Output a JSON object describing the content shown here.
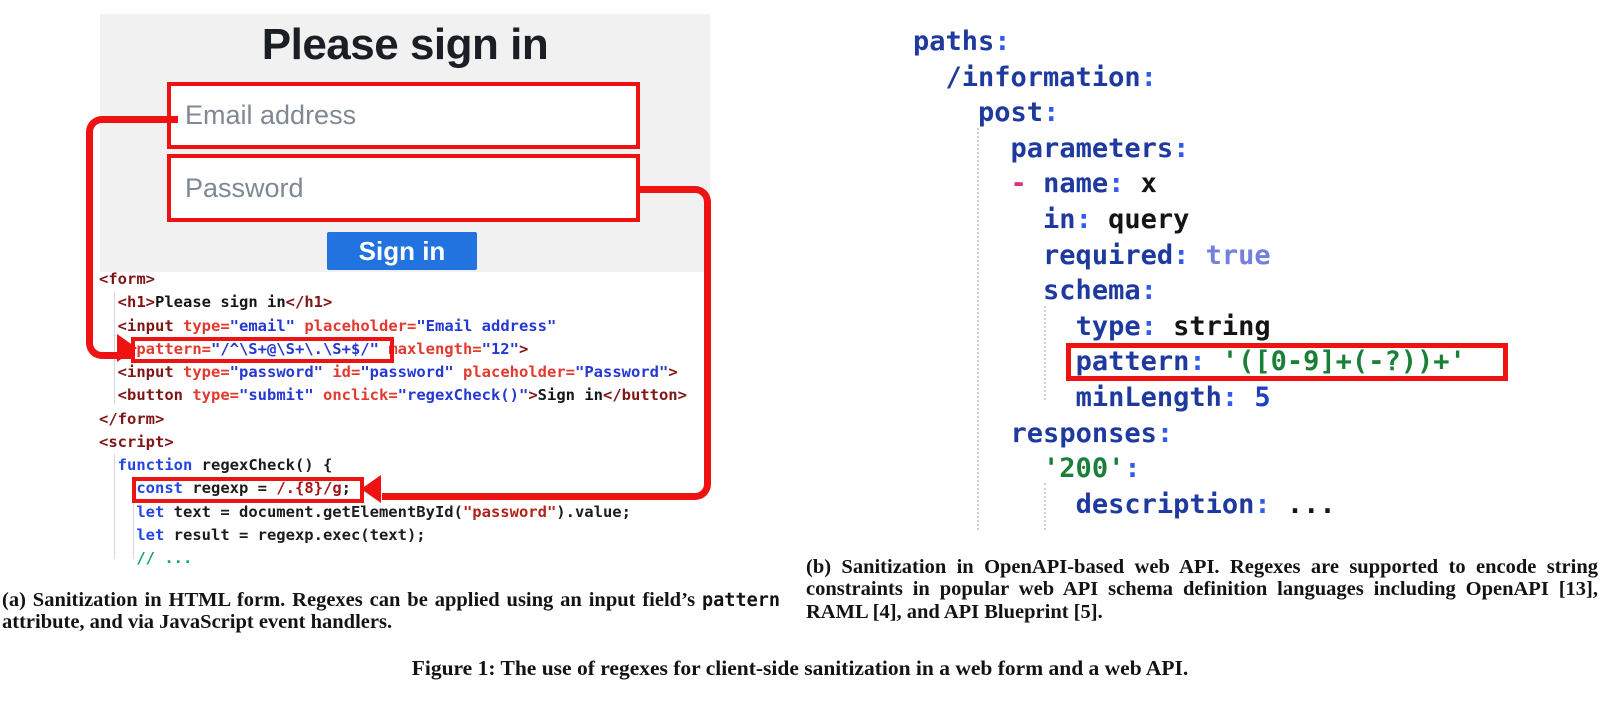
{
  "signin_form": {
    "heading": "Please sign in",
    "email_placeholder": "Email address",
    "password_placeholder": "Password",
    "submit_label": "Sign in"
  },
  "html_code": {
    "lines": [
      [
        {
          "t": "<form>",
          "c": "tag"
        }
      ],
      [
        {
          "t": "  ",
          "c": "pl"
        },
        {
          "t": "<h1>",
          "c": "tag"
        },
        {
          "t": "Please sign in",
          "c": "txt"
        },
        {
          "t": "</h1>",
          "c": "tag"
        }
      ],
      [
        {
          "t": "  ",
          "c": "pl"
        },
        {
          "t": "<input ",
          "c": "tag"
        },
        {
          "t": "type=",
          "c": "attr"
        },
        {
          "t": "\"email\"",
          "c": "val"
        },
        {
          "t": " ",
          "c": "pl"
        },
        {
          "t": "placeholder=",
          "c": "attr"
        },
        {
          "t": "\"Email address\"",
          "c": "val"
        }
      ],
      [
        {
          "t": "    ",
          "c": "pl"
        },
        {
          "t": "pattern=",
          "c": "attr"
        },
        {
          "t": "\"/^\\S+@\\S+\\.\\S+$/\"",
          "c": "val"
        },
        {
          "t": " ",
          "c": "pl"
        },
        {
          "t": "maxlength=",
          "c": "attr"
        },
        {
          "t": "\"12\"",
          "c": "val"
        },
        {
          "t": ">",
          "c": "tag"
        }
      ],
      [
        {
          "t": "  ",
          "c": "pl"
        },
        {
          "t": "<input ",
          "c": "tag"
        },
        {
          "t": "type=",
          "c": "attr"
        },
        {
          "t": "\"password\"",
          "c": "val"
        },
        {
          "t": " ",
          "c": "pl"
        },
        {
          "t": "id=",
          "c": "attr"
        },
        {
          "t": "\"password\"",
          "c": "val"
        },
        {
          "t": " ",
          "c": "pl"
        },
        {
          "t": "placeholder=",
          "c": "attr"
        },
        {
          "t": "\"Password\"",
          "c": "val"
        },
        {
          "t": ">",
          "c": "tag"
        }
      ],
      [
        {
          "t": "  ",
          "c": "pl"
        },
        {
          "t": "<button ",
          "c": "tag"
        },
        {
          "t": "type=",
          "c": "attr"
        },
        {
          "t": "\"submit\"",
          "c": "val"
        },
        {
          "t": " ",
          "c": "pl"
        },
        {
          "t": "onclick=",
          "c": "attr"
        },
        {
          "t": "\"regexCheck()\"",
          "c": "val"
        },
        {
          "t": ">",
          "c": "tag"
        },
        {
          "t": "Sign in",
          "c": "txt"
        },
        {
          "t": "</button>",
          "c": "tag"
        }
      ],
      [
        {
          "t": "</form>",
          "c": "tag"
        }
      ],
      [
        {
          "t": "<script>",
          "c": "tag"
        }
      ],
      [
        {
          "t": "  ",
          "c": "pl"
        },
        {
          "t": "function",
          "c": "kw"
        },
        {
          "t": " regexCheck() {",
          "c": "pl"
        }
      ],
      [
        {
          "t": "    ",
          "c": "pl"
        },
        {
          "t": "const",
          "c": "kw"
        },
        {
          "t": " regexp = ",
          "c": "pl"
        },
        {
          "t": "/.{8}/g",
          "c": "rx"
        },
        {
          "t": ";",
          "c": "pl"
        }
      ],
      [
        {
          "t": "    ",
          "c": "pl"
        },
        {
          "t": "let",
          "c": "kw"
        },
        {
          "t": " text = document.getElementById(",
          "c": "pl"
        },
        {
          "t": "\"password\"",
          "c": "str"
        },
        {
          "t": ").value;",
          "c": "pl"
        }
      ],
      [
        {
          "t": "    ",
          "c": "pl"
        },
        {
          "t": "let",
          "c": "kw"
        },
        {
          "t": " result = regexp.exec(text);",
          "c": "pl"
        }
      ],
      [
        {
          "t": "    ",
          "c": "pl"
        },
        {
          "t": "// ...",
          "c": "cmt"
        }
      ]
    ]
  },
  "yaml_code": {
    "lines": [
      [
        {
          "t": "paths",
          "c": "key"
        },
        {
          "t": ":",
          "c": "col"
        }
      ],
      [
        {
          "t": "  ",
          "c": "pl"
        },
        {
          "t": "/information",
          "c": "key"
        },
        {
          "t": ":",
          "c": "col"
        }
      ],
      [
        {
          "t": "    ",
          "c": "pl"
        },
        {
          "t": "post",
          "c": "key"
        },
        {
          "t": ":",
          "c": "col"
        }
      ],
      [
        {
          "t": "      ",
          "c": "pl"
        },
        {
          "t": "parameters",
          "c": "key"
        },
        {
          "t": ":",
          "c": "col"
        }
      ],
      [
        {
          "t": "      ",
          "c": "pl"
        },
        {
          "t": "- ",
          "c": "dash"
        },
        {
          "t": "name",
          "c": "key"
        },
        {
          "t": ":",
          "c": "col"
        },
        {
          "t": " x",
          "c": "pl"
        }
      ],
      [
        {
          "t": "        ",
          "c": "pl"
        },
        {
          "t": "in",
          "c": "key"
        },
        {
          "t": ":",
          "c": "col"
        },
        {
          "t": " query",
          "c": "pl"
        }
      ],
      [
        {
          "t": "        ",
          "c": "pl"
        },
        {
          "t": "required",
          "c": "key"
        },
        {
          "t": ":",
          "c": "col"
        },
        {
          "t": " ",
          "c": "pl"
        },
        {
          "t": "true",
          "c": "bool"
        }
      ],
      [
        {
          "t": "        ",
          "c": "pl"
        },
        {
          "t": "schema",
          "c": "key"
        },
        {
          "t": ":",
          "c": "col"
        }
      ],
      [
        {
          "t": "          ",
          "c": "pl"
        },
        {
          "t": "type",
          "c": "key"
        },
        {
          "t": ":",
          "c": "col"
        },
        {
          "t": " string",
          "c": "pl"
        }
      ],
      [
        {
          "t": "          ",
          "c": "pl"
        },
        {
          "t": "pattern",
          "c": "key"
        },
        {
          "t": ":",
          "c": "col"
        },
        {
          "t": " ",
          "c": "pl"
        },
        {
          "t": "'([0-9]+(-?))+'",
          "c": "str"
        }
      ],
      [
        {
          "t": "          ",
          "c": "pl"
        },
        {
          "t": "minLength",
          "c": "key"
        },
        {
          "t": ":",
          "c": "col"
        },
        {
          "t": " ",
          "c": "pl"
        },
        {
          "t": "5",
          "c": "num"
        }
      ],
      [
        {
          "t": "      ",
          "c": "pl"
        },
        {
          "t": "responses",
          "c": "key"
        },
        {
          "t": ":",
          "c": "col"
        }
      ],
      [
        {
          "t": "        ",
          "c": "pl"
        },
        {
          "t": "'200'",
          "c": "str"
        },
        {
          "t": ":",
          "c": "col"
        }
      ],
      [
        {
          "t": "          ",
          "c": "pl"
        },
        {
          "t": "description",
          "c": "key"
        },
        {
          "t": ":",
          "c": "col"
        },
        {
          "t": " ...",
          "c": "pl"
        }
      ]
    ]
  },
  "figure": {
    "caption_a_prefix": "(a) Sanitization in HTML form. Regexes can be applied using an input field’s ",
    "caption_a_mono": "pattern",
    "caption_a_suffix": " attribute, and via JavaScript event handlers.",
    "caption_b": "(b) Sanitization in OpenAPI-based web API. Regexes are supported to encode string constraints in popular web API schema definition languages including OpenAPI [13], RAML [4], and API Blueprint [5].",
    "main_caption": "Figure 1: The use of regexes for client-side sanitization in a web form and a web API."
  },
  "colors": {
    "annotation_red": "#ee1212",
    "button_blue": "#2273e0",
    "panel_gray": "#f1f1f2",
    "html_tag_maroon": "#801515",
    "attr_name_red": "#e23a2e",
    "attr_value_blue": "#2438d2",
    "js_keyword_blue": "#2446e0",
    "js_string_red": "#b02418",
    "comment_green": "#18a06c",
    "yaml_key_blue": "#1e3a9e",
    "yaml_string_green": "#1a7f37",
    "yaml_dash_magenta": "#d63384",
    "yaml_bool_periwinkle": "#7280e0"
  }
}
